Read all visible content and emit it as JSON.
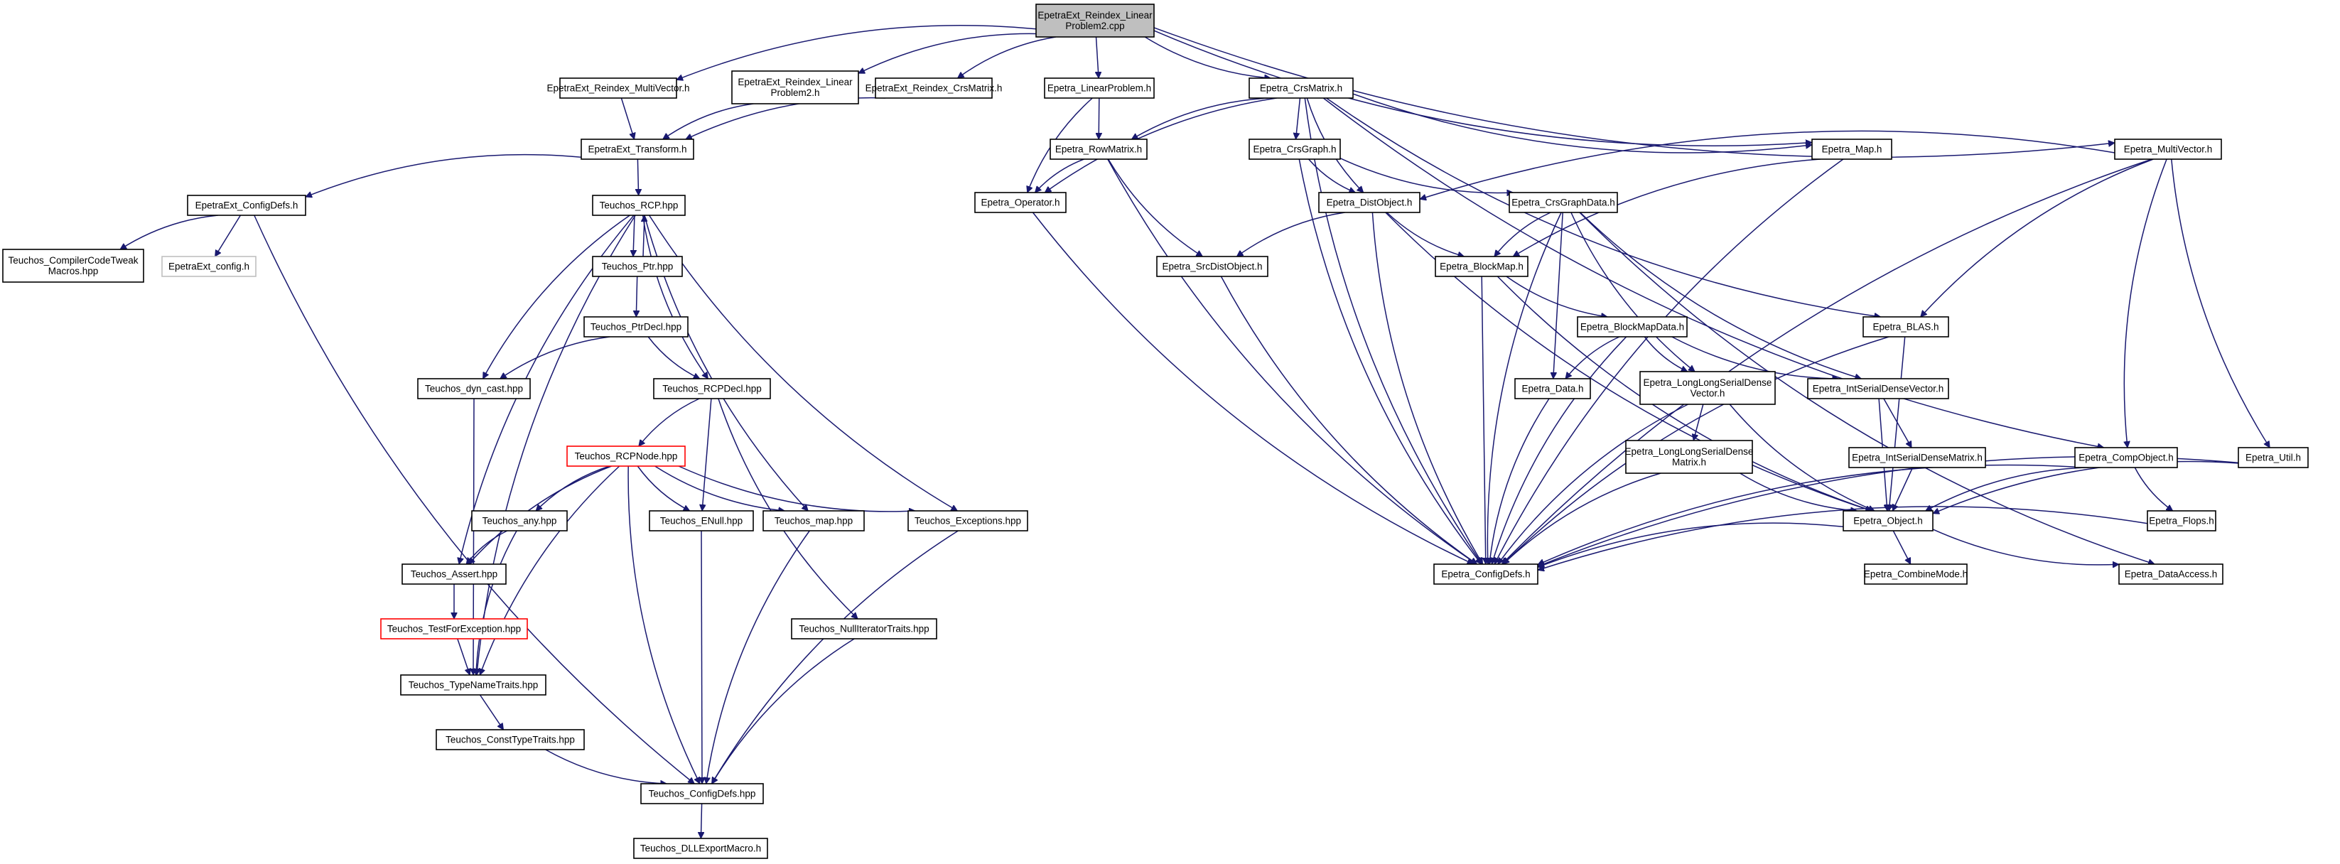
{
  "graph": {
    "colors": {
      "edge": "#191970",
      "node_border": "#000000",
      "root_fill": "#bfbfbf",
      "truncated_border": "#ff0000",
      "external_border": "#bfbfbf"
    },
    "nodes": [
      {
        "id": "root",
        "lines": [
          "EpetraExt_Reindex_Linear",
          "Problem2.cpp"
        ],
        "style": "root"
      },
      {
        "id": "reidx_mv",
        "lines": [
          "EpetraExt_Reindex_MultiVector.h"
        ]
      },
      {
        "id": "reidx_lp",
        "lines": [
          "EpetraExt_Reindex_Linear",
          "Problem2.h"
        ]
      },
      {
        "id": "reidx_crs",
        "lines": [
          "EpetraExt_Reindex_CrsMatrix.h"
        ]
      },
      {
        "id": "transform",
        "lines": [
          "EpetraExt_Transform.h"
        ]
      },
      {
        "id": "ext_configdefs",
        "lines": [
          "EpetraExt_ConfigDefs.h"
        ]
      },
      {
        "id": "compilercode",
        "lines": [
          "Teuchos_CompilerCodeTweak",
          "Macros.hpp"
        ]
      },
      {
        "id": "ext_config",
        "lines": [
          "EpetraExt_config.h"
        ],
        "style": "grey"
      },
      {
        "id": "rcp",
        "lines": [
          "Teuchos_RCP.hpp"
        ]
      },
      {
        "id": "ptr",
        "lines": [
          "Teuchos_Ptr.hpp"
        ]
      },
      {
        "id": "ptrdecl",
        "lines": [
          "Teuchos_PtrDecl.hpp"
        ]
      },
      {
        "id": "dyncast",
        "lines": [
          "Teuchos_dyn_cast.hpp"
        ]
      },
      {
        "id": "rcpdecl",
        "lines": [
          "Teuchos_RCPDecl.hpp"
        ]
      },
      {
        "id": "rcpnode",
        "lines": [
          "Teuchos_RCPNode.hpp"
        ],
        "style": "red"
      },
      {
        "id": "any",
        "lines": [
          "Teuchos_any.hpp"
        ]
      },
      {
        "id": "enull",
        "lines": [
          "Teuchos_ENull.hpp"
        ]
      },
      {
        "id": "tmap",
        "lines": [
          "Teuchos_map.hpp"
        ]
      },
      {
        "id": "exceptions",
        "lines": [
          "Teuchos_Exceptions.hpp"
        ]
      },
      {
        "id": "assert",
        "lines": [
          "Teuchos_Assert.hpp"
        ]
      },
      {
        "id": "testforexc",
        "lines": [
          "Teuchos_TestForException.hpp"
        ],
        "style": "red"
      },
      {
        "id": "typenametraits",
        "lines": [
          "Teuchos_TypeNameTraits.hpp"
        ]
      },
      {
        "id": "nulliter",
        "lines": [
          "Teuchos_NullIteratorTraits.hpp"
        ]
      },
      {
        "id": "consttype",
        "lines": [
          "Teuchos_ConstTypeTraits.hpp"
        ]
      },
      {
        "id": "t_configdefs",
        "lines": [
          "Teuchos_ConfigDefs.hpp"
        ]
      },
      {
        "id": "dllexport",
        "lines": [
          "Teuchos_DLLExportMacro.h"
        ]
      },
      {
        "id": "linearproblem",
        "lines": [
          "Epetra_LinearProblem.h"
        ]
      },
      {
        "id": "crsmatrix",
        "lines": [
          "Epetra_CrsMatrix.h"
        ]
      },
      {
        "id": "rowmatrix",
        "lines": [
          "Epetra_RowMatrix.h"
        ]
      },
      {
        "id": "operator",
        "lines": [
          "Epetra_Operator.h"
        ]
      },
      {
        "id": "crsgraph",
        "lines": [
          "Epetra_CrsGraph.h"
        ]
      },
      {
        "id": "distobject",
        "lines": [
          "Epetra_DistObject.h"
        ]
      },
      {
        "id": "crsgraphdata",
        "lines": [
          "Epetra_CrsGraphData.h"
        ]
      },
      {
        "id": "srcdistobject",
        "lines": [
          "Epetra_SrcDistObject.h"
        ]
      },
      {
        "id": "blockmap",
        "lines": [
          "Epetra_BlockMap.h"
        ]
      },
      {
        "id": "blockmapdata",
        "lines": [
          "Epetra_BlockMapData.h"
        ]
      },
      {
        "id": "data",
        "lines": [
          "Epetra_Data.h"
        ]
      },
      {
        "id": "llsdv",
        "lines": [
          "Epetra_LongLongSerialDense",
          "Vector.h"
        ]
      },
      {
        "id": "llsdm",
        "lines": [
          "Epetra_LongLongSerialDense",
          "Matrix.h"
        ]
      },
      {
        "id": "isdv",
        "lines": [
          "Epetra_IntSerialDenseVector.h"
        ]
      },
      {
        "id": "isdm",
        "lines": [
          "Epetra_IntSerialDenseMatrix.h"
        ]
      },
      {
        "id": "e_object",
        "lines": [
          "Epetra_Object.h"
        ]
      },
      {
        "id": "e_configdefs",
        "lines": [
          "Epetra_ConfigDefs.h"
        ]
      },
      {
        "id": "combinemode",
        "lines": [
          "Epetra_CombineMode.h"
        ]
      },
      {
        "id": "map",
        "lines": [
          "Epetra_Map.h"
        ]
      },
      {
        "id": "multivector",
        "lines": [
          "Epetra_MultiVector.h"
        ]
      },
      {
        "id": "blas",
        "lines": [
          "Epetra_BLAS.h"
        ]
      },
      {
        "id": "compobject",
        "lines": [
          "Epetra_CompObject.h"
        ]
      },
      {
        "id": "flops",
        "lines": [
          "Epetra_Flops.h"
        ]
      },
      {
        "id": "util",
        "lines": [
          "Epetra_Util.h"
        ]
      },
      {
        "id": "dataaccess",
        "lines": [
          "Epetra_DataAccess.h"
        ]
      }
    ],
    "edges": [
      [
        "root",
        "reidx_mv"
      ],
      [
        "root",
        "reidx_lp"
      ],
      [
        "root",
        "reidx_crs"
      ],
      [
        "root",
        "linearproblem"
      ],
      [
        "root",
        "crsmatrix"
      ],
      [
        "root",
        "map"
      ],
      [
        "root",
        "multivector"
      ],
      [
        "reidx_mv",
        "transform"
      ],
      [
        "reidx_lp",
        "transform"
      ],
      [
        "reidx_crs",
        "transform"
      ],
      [
        "transform",
        "ext_configdefs"
      ],
      [
        "transform",
        "rcp"
      ],
      [
        "ext_configdefs",
        "compilercode"
      ],
      [
        "ext_configdefs",
        "ext_config"
      ],
      [
        "ext_configdefs",
        "t_configdefs"
      ],
      [
        "rcp",
        "ptr"
      ],
      [
        "rcp",
        "dyncast"
      ],
      [
        "rcp",
        "rcpdecl"
      ],
      [
        "rcp",
        "assert"
      ],
      [
        "rcp",
        "typenametraits"
      ],
      [
        "rcp",
        "tmap"
      ],
      [
        "rcp",
        "exceptions"
      ],
      [
        "ptr",
        "rcp"
      ],
      [
        "ptr",
        "ptrdecl"
      ],
      [
        "ptrdecl",
        "dyncast"
      ],
      [
        "ptrdecl",
        "rcpdecl"
      ],
      [
        "dyncast",
        "typenametraits"
      ],
      [
        "rcpdecl",
        "rcpnode"
      ],
      [
        "rcpdecl",
        "enull"
      ],
      [
        "rcpdecl",
        "nulliter"
      ],
      [
        "rcpnode",
        "any"
      ],
      [
        "rcpnode",
        "enull"
      ],
      [
        "rcpnode",
        "tmap"
      ],
      [
        "rcpnode",
        "exceptions"
      ],
      [
        "rcpnode",
        "assert"
      ],
      [
        "rcpnode",
        "typenametraits"
      ],
      [
        "rcpnode",
        "t_configdefs"
      ],
      [
        "any",
        "assert"
      ],
      [
        "any",
        "typenametraits"
      ],
      [
        "assert",
        "testforexc"
      ],
      [
        "testforexc",
        "typenametraits"
      ],
      [
        "typenametraits",
        "consttype"
      ],
      [
        "consttype",
        "t_configdefs"
      ],
      [
        "enull",
        "t_configdefs"
      ],
      [
        "tmap",
        "t_configdefs"
      ],
      [
        "exceptions",
        "t_configdefs"
      ],
      [
        "nulliter",
        "t_configdefs"
      ],
      [
        "t_configdefs",
        "dllexport"
      ],
      [
        "linearproblem",
        "rowmatrix"
      ],
      [
        "linearproblem",
        "operator"
      ],
      [
        "crsmatrix",
        "operator"
      ],
      [
        "crsmatrix",
        "rowmatrix"
      ],
      [
        "crsmatrix",
        "crsgraph"
      ],
      [
        "crsmatrix",
        "distobject"
      ],
      [
        "crsmatrix",
        "map"
      ],
      [
        "crsmatrix",
        "blas"
      ],
      [
        "crsmatrix",
        "compobject"
      ],
      [
        "crsmatrix",
        "e_configdefs"
      ],
      [
        "rowmatrix",
        "operator"
      ],
      [
        "rowmatrix",
        "srcdistobject"
      ],
      [
        "rowmatrix",
        "e_configdefs"
      ],
      [
        "operator",
        "e_configdefs"
      ],
      [
        "crsgraph",
        "distobject"
      ],
      [
        "crsgraph",
        "crsgraphdata"
      ],
      [
        "crsgraph",
        "e_configdefs"
      ],
      [
        "distobject",
        "srcdistobject"
      ],
      [
        "distobject",
        "blockmap"
      ],
      [
        "distobject",
        "e_object"
      ],
      [
        "distobject",
        "e_configdefs"
      ],
      [
        "crsgraphdata",
        "blockmap"
      ],
      [
        "crsgraphdata",
        "data"
      ],
      [
        "crsgraphdata",
        "llsdv"
      ],
      [
        "crsgraphdata",
        "isdv"
      ],
      [
        "crsgraphdata",
        "dataaccess"
      ],
      [
        "crsgraphdata",
        "e_configdefs"
      ],
      [
        "srcdistobject",
        "e_configdefs"
      ],
      [
        "blockmap",
        "blockmapdata"
      ],
      [
        "blockmap",
        "e_object"
      ],
      [
        "blockmap",
        "e_configdefs"
      ],
      [
        "blockmapdata",
        "data"
      ],
      [
        "blockmapdata",
        "llsdv"
      ],
      [
        "blockmapdata",
        "isdv"
      ],
      [
        "blockmapdata",
        "e_configdefs"
      ],
      [
        "data",
        "e_configdefs"
      ],
      [
        "llsdv",
        "llsdm"
      ],
      [
        "llsdv",
        "e_object"
      ],
      [
        "llsdv",
        "e_configdefs"
      ],
      [
        "llsdm",
        "e_object"
      ],
      [
        "llsdm",
        "e_configdefs"
      ],
      [
        "isdv",
        "isdm"
      ],
      [
        "isdv",
        "e_object"
      ],
      [
        "isdm",
        "e_object"
      ],
      [
        "e_object",
        "e_configdefs"
      ],
      [
        "e_object",
        "combinemode"
      ],
      [
        "e_object",
        "dataaccess"
      ],
      [
        "map",
        "blockmap"
      ],
      [
        "map",
        "e_configdefs"
      ],
      [
        "multivector",
        "distobject"
      ],
      [
        "multivector",
        "blas"
      ],
      [
        "multivector",
        "compobject"
      ],
      [
        "multivector",
        "util"
      ],
      [
        "multivector",
        "e_configdefs"
      ],
      [
        "blas",
        "e_object"
      ],
      [
        "blas",
        "e_configdefs"
      ],
      [
        "compobject",
        "flops"
      ],
      [
        "compobject",
        "e_object"
      ],
      [
        "compobject",
        "e_configdefs"
      ],
      [
        "flops",
        "e_configdefs"
      ],
      [
        "util",
        "e_object"
      ],
      [
        "util",
        "e_configdefs"
      ]
    ]
  }
}
